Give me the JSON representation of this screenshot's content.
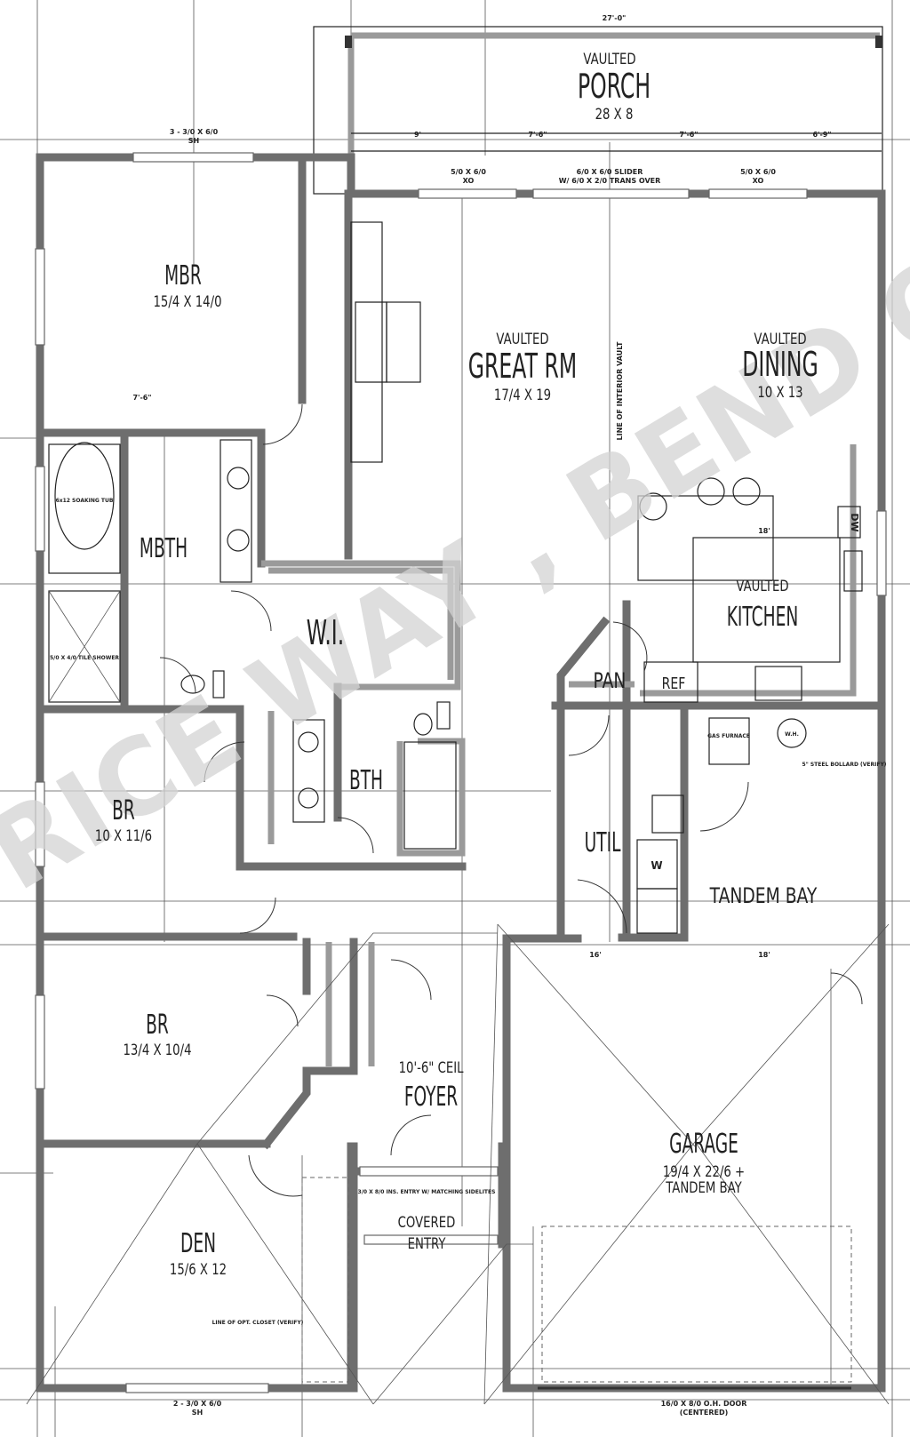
{
  "plan": {
    "watermark": "RICE WAY , BEND O",
    "rooms": {
      "porch": {
        "qualifier": "VAULTED",
        "name": "PORCH",
        "size": "28 X 8"
      },
      "mbr": {
        "name": "MBR",
        "size": "15/4 X 14/0"
      },
      "great_rm": {
        "qualifier": "VAULTED",
        "name": "GREAT RM",
        "size": "17/4 X 19"
      },
      "dining": {
        "qualifier": "VAULTED",
        "name": "DINING",
        "size": "10 X 13"
      },
      "mbth": {
        "name": "MBTH"
      },
      "wi": {
        "name": "W.I."
      },
      "kitchen": {
        "qualifier": "VAULTED",
        "name": "KITCHEN"
      },
      "pan": {
        "name": "PAN"
      },
      "ref": {
        "name": "REF"
      },
      "bth": {
        "name": "BTH"
      },
      "br1": {
        "name": "BR",
        "size": "10 X 11/6"
      },
      "util": {
        "name": "UTIL"
      },
      "tandem": {
        "name": "TANDEM BAY"
      },
      "br2": {
        "name": "BR",
        "size": "13/4 X 10/4"
      },
      "foyer": {
        "qualifier": "10'-6\" CEIL",
        "name": "FOYER"
      },
      "garage": {
        "name": "GARAGE",
        "size": "19/4 X 22/6 +",
        "size2": "TANDEM BAY"
      },
      "entry": {
        "name": "COVERED",
        "name2": "ENTRY"
      },
      "den": {
        "name": "DEN",
        "size": "15/6 X 12"
      }
    },
    "notes": {
      "porch_width": "27'-0\"",
      "mbr_window": "3 - 3/0 X 6/0",
      "mbr_window2": "SH",
      "slider": "6/0 X 6/0 SLIDER",
      "slider2": "W/ 6/0 X 2/0 TRANS OVER",
      "win_a": "5/0 X 6/0",
      "win_a2": "XO",
      "interior_vault": "LINE OF INTERIOR VAULT",
      "tub": "6x12 SOAKING TUB",
      "shower": "5/0 X 4/0 TILE SHOWER",
      "dw": "DW",
      "gas_furnace": "GAS FURNACE",
      "wh": "W.H.",
      "bollard": "5\" STEEL BOLLARD (VERIFY)",
      "washer": "W",
      "entry_door": "3/0 X 8/0 INS. ENTRY W/ MATCHING SIDELITES",
      "closet": "LINE OF OPT. CLOSET (VERIFY)",
      "den_window": "2 - 3/0 X 6/0",
      "den_window2": "SH",
      "garage_door": "16/0 X 8/0 O.H. DOOR",
      "garage_door2": "(CENTERED)",
      "dim_9": "9'",
      "dim_7_6a": "7'-6\"",
      "dim_7_6b": "7'-6\"",
      "dim_6_9": "6'-9\"",
      "dim_mbr": "7'-6\"",
      "dim_18": "18'",
      "dim_tandem": "18'",
      "dim_util": "16'"
    }
  }
}
